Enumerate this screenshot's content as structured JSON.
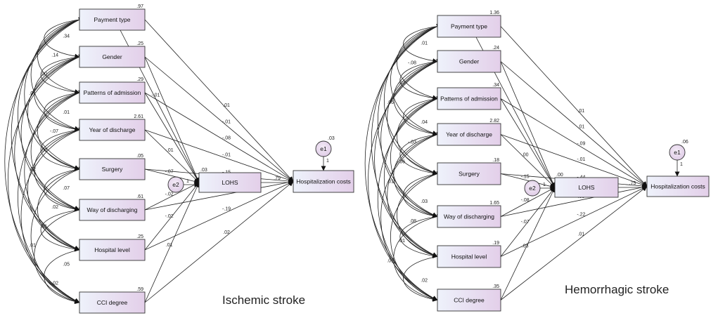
{
  "panels": [
    {
      "key": "ischemic",
      "title": "Ischemic stroke",
      "predictors": [
        {
          "id": "payment",
          "label": "Payment type",
          "variance": ".97",
          "to_cost": ".01",
          "to_lohs": "-.01"
        },
        {
          "id": "gender",
          "label": "Gender",
          "variance": ".25",
          "to_cost": "-.01",
          "to_lohs": ""
        },
        {
          "id": "admission",
          "label": "Patterns of admission",
          "variance": ".29",
          "to_cost": "-.08",
          "to_lohs": ""
        },
        {
          "id": "year",
          "label": "Year of discharge",
          "variance": "2.61",
          "to_cost": "-.01",
          "to_lohs": "-.01"
        },
        {
          "id": "surgery",
          "label": "Surgery",
          "variance": ".05",
          "to_cost": "-.15",
          "to_lohs": "-.07"
        },
        {
          "id": "way",
          "label": "Way of discharging",
          "variance": ".61",
          "to_cost": ".02",
          "to_lohs": "-.02"
        },
        {
          "id": "level",
          "label": "Hospital level",
          "variance": ".25",
          "to_cost": "-.19",
          "to_lohs": "-.02"
        },
        {
          "id": "cci",
          "label": "CCI degree",
          "variance": ".59",
          "to_cost": ".02",
          "to_lohs": ".01"
        }
      ],
      "mediator": {
        "label": "LOHS",
        "error_label": "e2",
        "error_path": "1",
        "error_variance": ".03",
        "to_cost": ".79"
      },
      "outcome": {
        "label": "Hospitalization costs",
        "error_label": "e1",
        "error_path": "1",
        "error_variance": ".03"
      },
      "covariances": [
        ".34",
        ".14",
        ".00",
        ".01",
        ".01",
        "-.07",
        ".00",
        ".02",
        ".07",
        ".02",
        ".01",
        ".01",
        ".05",
        ".02"
      ]
    },
    {
      "key": "hemorrhagic",
      "title": "Hemorrhagic stroke",
      "predictors": [
        {
          "id": "payment",
          "label": "Payment type",
          "variance": "1.36",
          "to_cost": ".01",
          "to_lohs": ""
        },
        {
          "id": "gender",
          "label": "Gender",
          "variance": ".24",
          "to_cost": ".01",
          "to_lohs": ""
        },
        {
          "id": "admission",
          "label": "Patterns of admission",
          "variance": ".34",
          "to_cost": "-.09",
          "to_lohs": ""
        },
        {
          "id": "year",
          "label": "Year of discharge",
          "variance": "2.82",
          "to_cost": "-.01",
          "to_lohs": ".00"
        },
        {
          "id": "surgery",
          "label": "Surgery",
          "variance": ".18",
          "to_cost": "-.44",
          "to_lohs": "-.15"
        },
        {
          "id": "way",
          "label": "Way of discharging",
          "variance": "1.65",
          "to_cost": ".05",
          "to_lohs": "-.08"
        },
        {
          "id": "level",
          "label": "Hospital level",
          "variance": ".19",
          "to_cost": "-.22",
          "to_lohs": "-.07"
        },
        {
          "id": "cci",
          "label": "CCI degree",
          "variance": ".35",
          "to_cost": ".01",
          "to_lohs": ".03"
        }
      ],
      "mediator": {
        "label": "LOHS",
        "error_label": "e2",
        "error_path": "1",
        "error_variance": ".00",
        "to_cost": ".75"
      },
      "outcome": {
        "label": "Hospitalization costs",
        "error_label": "e1",
        "error_path": "1",
        "error_variance": ".06"
      },
      "covariances": [
        ".01",
        "-.08",
        ".03",
        ".06",
        ".04",
        "-.03",
        "-.06",
        ".01",
        ".03",
        ".08",
        ".01",
        ".01",
        ".02"
      ]
    }
  ],
  "colors": {
    "box_light": "#eef2fb",
    "box_accent": "#e3cfe9",
    "line": "#222222"
  }
}
